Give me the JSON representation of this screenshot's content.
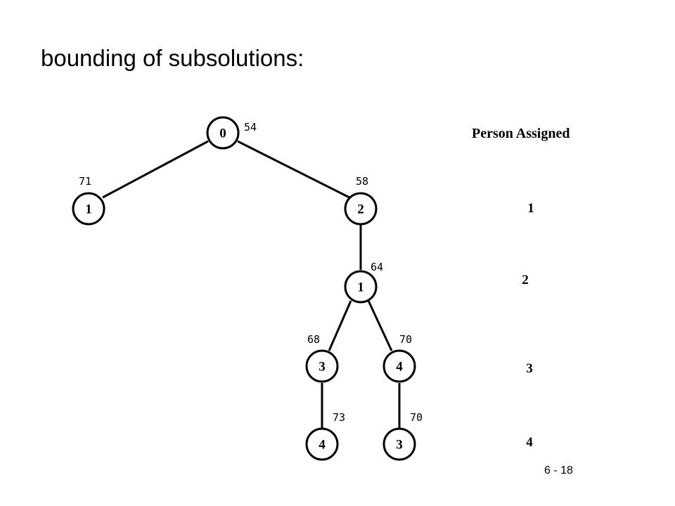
{
  "title": "bounding of subsolutions:",
  "tree": {
    "nodes": [
      {
        "id": "n0",
        "label": "0",
        "bound": "54"
      },
      {
        "id": "n1",
        "label": "1",
        "bound": "71"
      },
      {
        "id": "n2",
        "label": "2",
        "bound": "58"
      },
      {
        "id": "n3",
        "label": "1",
        "bound": "64"
      },
      {
        "id": "n4",
        "label": "3",
        "bound": "68"
      },
      {
        "id": "n5",
        "label": "4",
        "bound": "70"
      },
      {
        "id": "n6",
        "label": "4",
        "bound": "73"
      },
      {
        "id": "n7",
        "label": "3",
        "bound": "70"
      }
    ],
    "edges": [
      [
        "n0",
        "n1"
      ],
      [
        "n0",
        "n2"
      ],
      [
        "n2",
        "n3"
      ],
      [
        "n3",
        "n4"
      ],
      [
        "n3",
        "n5"
      ],
      [
        "n4",
        "n6"
      ],
      [
        "n5",
        "n7"
      ]
    ]
  },
  "legend": {
    "title": "Person Assigned",
    "levels": [
      "1",
      "2",
      "3",
      "4"
    ]
  },
  "slide_number": "6 - 18"
}
